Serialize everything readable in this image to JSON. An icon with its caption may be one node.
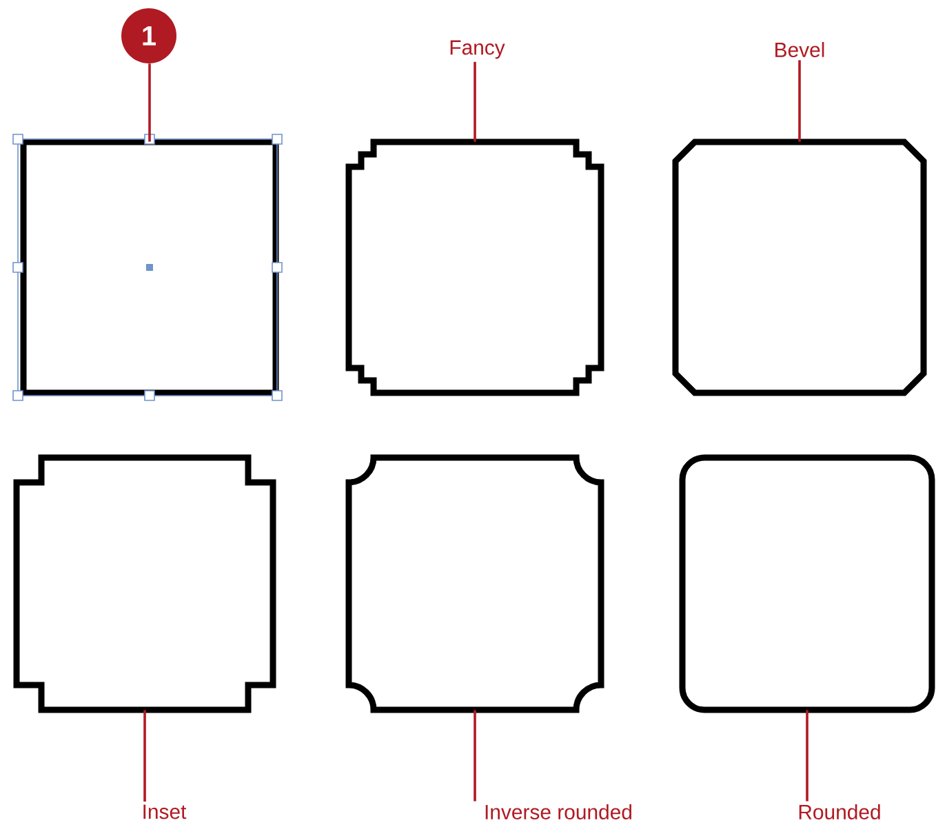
{
  "diagram": {
    "nodes": [
      {
        "text": [
          "1"
        ]
      },
      {
        "text": [],
        "shape": "box"
      },
      {
        "text": [
          "Fancy"
        ]
      },
      {
        "text": [],
        "shape": "box"
      },
      {
        "text": [
          "Bevel"
        ]
      },
      {
        "text": [],
        "shape": "box"
      },
      {
        "text": [],
        "shape": "box"
      },
      {
        "text": [
          "Inset"
        ]
      },
      {
        "text": [],
        "shape": "box"
      },
      {
        "text": [
          "Inverse rounded"
        ]
      },
      {
        "text": [],
        "shape": "box"
      },
      {
        "text": [
          "Rounded"
        ]
      }
    ],
    "edges": [
      {
        "from": 0,
        "to": 1,
        "arrow": "none"
      },
      {
        "from": 2,
        "to": 3,
        "arrow": "none"
      },
      {
        "from": 4,
        "to": 5,
        "arrow": "none"
      },
      {
        "from": 7,
        "to": 6,
        "arrow": "none"
      },
      {
        "from": 9,
        "to": 8,
        "arrow": "none"
      },
      {
        "from": 11,
        "to": 10,
        "arrow": "none"
      }
    ]
  }
}
